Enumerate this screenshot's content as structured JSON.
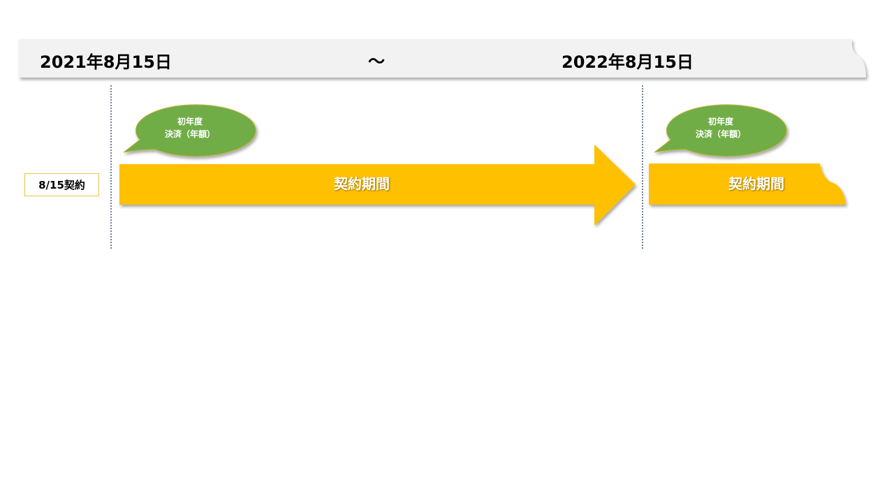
{
  "header": {
    "start_date": "2021年8月15日",
    "separator": "～",
    "end_date": "2022年8月15日"
  },
  "row": {
    "contract_label": "8/15契約",
    "periods": [
      {
        "label": "契約期間"
      },
      {
        "label": "契約期間"
      }
    ],
    "callouts": [
      {
        "line1": "初年度",
        "line2": "決済（年額）"
      },
      {
        "line1": "初年度",
        "line2": "決済（年額）"
      }
    ]
  },
  "colors": {
    "header_bg": "#f2f2f2",
    "period": "#ffc000",
    "callout": "#70ad47"
  }
}
